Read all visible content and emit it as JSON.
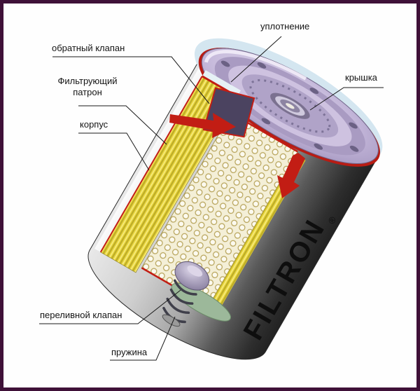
{
  "figure": {
    "type": "cutaway-diagram",
    "subject": "oil filter cross-section",
    "brand": "FILTRON",
    "brand_mark": "®",
    "labels": {
      "seal": "уплотнение",
      "check_valve": "обратный клапан",
      "filter_cartridge": {
        "line1": "Фильтрующий",
        "line2": "патрон"
      },
      "housing": "корпус",
      "cover": "крышка",
      "overflow_valve": "переливной клапан",
      "spring": "пружина"
    },
    "colors": {
      "frame": "#3f1138",
      "background": "#fefefe",
      "leader_line": "#1a1a1a",
      "seal_red": "#c21d14",
      "filter_yellow": "#ecd93f",
      "lid_lavender": "#b3a5cb",
      "body_gray": "#9a9a9a"
    }
  }
}
